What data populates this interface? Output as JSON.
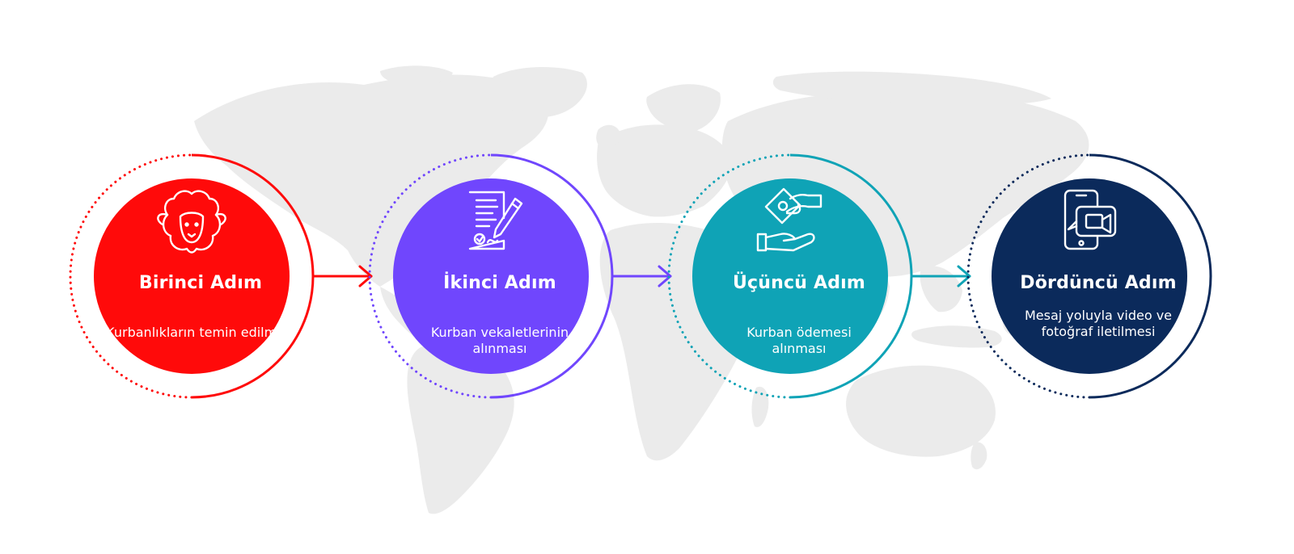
{
  "colors": {
    "step1": "#ff0a0a",
    "step2": "#7046fd",
    "step3": "#0fa3b6",
    "step4": "#0b2a5b",
    "map": "#ebebeb"
  },
  "steps": [
    {
      "title": "Birinci Adım",
      "description": "Kurbanlıkların temin edilmesi",
      "icon": "sheep-icon"
    },
    {
      "title": "İkinci Adım",
      "description": "Kurban vekaletlerinin alınması",
      "icon": "contract-signature-icon"
    },
    {
      "title": "Üçüncü Adım",
      "description": "Kurban ödemesi alınması",
      "icon": "hand-money-payment-icon"
    },
    {
      "title": "Dördüncü Adım",
      "description": "Mesaj yoluyla video ve fotoğraf iletilmesi",
      "icon": "phone-video-icon"
    }
  ]
}
